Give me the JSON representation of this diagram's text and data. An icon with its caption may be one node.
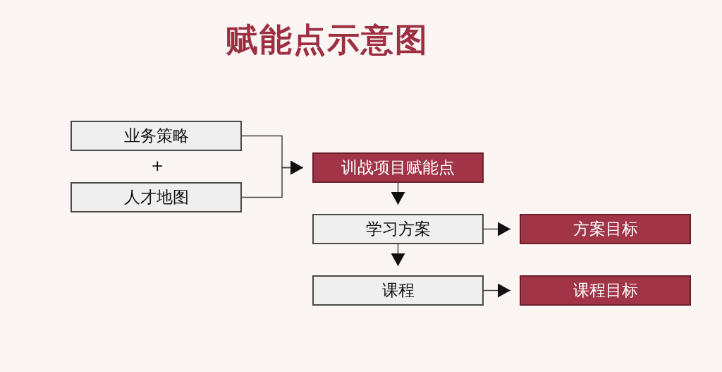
{
  "diagram": {
    "title": "赋能点示意图",
    "nodes": [
      {
        "text": [
          "业务策略"
        ]
      },
      {
        "text": [
          "人才地图"
        ]
      },
      {
        "text": [
          "训战项目赋能点"
        ]
      },
      {
        "text": [
          "学习方案"
        ]
      },
      {
        "text": [
          "方案目标"
        ]
      },
      {
        "text": [
          "课程"
        ]
      },
      {
        "text": [
          "课程目标"
        ]
      }
    ],
    "edges": [
      {
        "from": 0,
        "to": 2,
        "arrow": "to"
      },
      {
        "from": 1,
        "to": 2,
        "arrow": "to"
      },
      {
        "from": 2,
        "to": 3,
        "arrow": "to"
      },
      {
        "from": 3,
        "to": 4,
        "arrow": "to"
      },
      {
        "from": 3,
        "to": 5,
        "arrow": "to"
      },
      {
        "from": 5,
        "to": 6,
        "arrow": "to"
      }
    ],
    "labels": [
      "+"
    ]
  }
}
